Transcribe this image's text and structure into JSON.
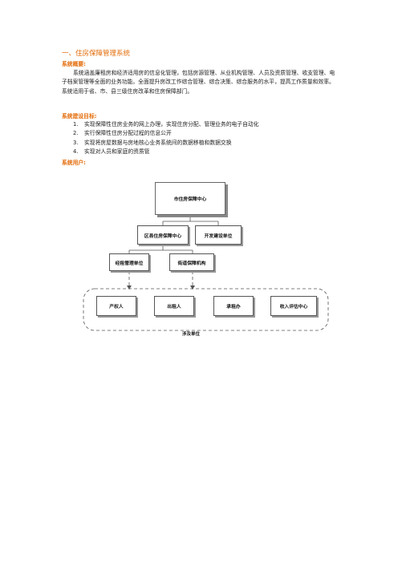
{
  "section": {
    "title": "一、住房保障管理系统",
    "overview_heading": "系统概要:",
    "overview_text": "系统涵盖廉租房和经济适用房的信息化管理，包括房源管理、从业机构管理、人员及资质管理、收支管理、电子档案管理等全面的业务功能。全面提升房改工作综合管理、综合决策、综合服务的水平，提高工作质量和效率。系统适用于省、市、县三级住房改革和住房保障部门。",
    "goals_heading": "系统建设目标:",
    "goals": [
      {
        "num": "1.",
        "text": "实现保障性住房业务的网上办理，实现住房分配、管理业务的电子自动化"
      },
      {
        "num": "2.",
        "text": "实行保障性住房分配过程的信息公开"
      },
      {
        "num": "3.",
        "text": "实现将房屋数据与房地核心业务系统间的数据移植和数据交换"
      },
      {
        "num": "4.",
        "text": "实现对人员和家庭的资质管"
      }
    ],
    "users_heading": "系统用户:"
  },
  "diagram": {
    "top": "市住房保障中心",
    "level2": [
      "区县住房保障中心",
      "开发建设单位"
    ],
    "level3": [
      "经租管理单位",
      "街道保障机构"
    ],
    "participants": [
      "产权人",
      "出租人",
      "承租办",
      "收入评估中心"
    ],
    "region_label": "涉及单位"
  }
}
